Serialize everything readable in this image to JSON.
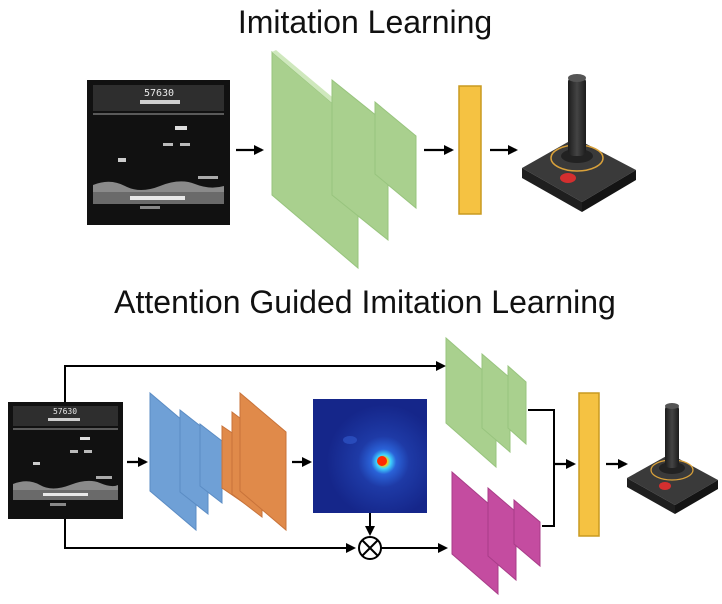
{
  "sections": {
    "top_title": "Imitation Learning",
    "bottom_title": "Attention Guided Imitation Learning"
  },
  "game_frame": {
    "score": "57630"
  },
  "colors": {
    "green_layer": "#b9dca0",
    "blue_layer": "#6fa0d6",
    "orange_layer": "#e08a4a",
    "magenta_layer": "#c44ca0",
    "output_bar": "#f5c242",
    "heatmap_bg": "#1a2a8e",
    "joystick_body": "#2b2b2b",
    "joystick_button": "#d32f2f",
    "joystick_ring": "#d9a13a"
  },
  "icons": {
    "controller": "joystick-icon",
    "combine": "multiply-circle-icon"
  }
}
